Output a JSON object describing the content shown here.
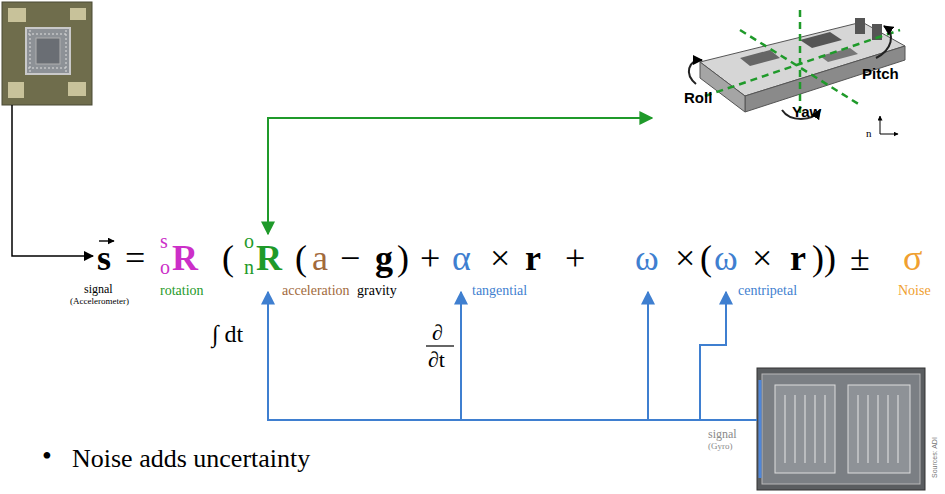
{
  "diagram": {
    "labels": [
      "Roll",
      "Yaw",
      "Pitch",
      "n",
      "s",
      "=",
      "s",
      "o",
      "R",
      "(",
      "o",
      "n",
      "R",
      "(",
      "a",
      "−",
      "g",
      ")",
      "+",
      "α",
      "×",
      "r",
      "+",
      "ω",
      "×",
      "(",
      "ω",
      "×",
      "r",
      "))",
      "±",
      "σ",
      "signal",
      "(Accelerometer)",
      "rotation",
      "acceleration",
      "gravity",
      "tangential",
      "centripetal",
      "Noise",
      "∫ dt",
      "∂",
      "∂t",
      "signal",
      "(Gyro)",
      "•",
      "Noise adds uncertainty",
      "Sources: ADI"
    ]
  }
}
